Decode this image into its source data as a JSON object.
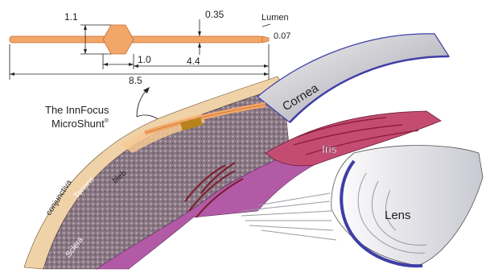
{
  "dimensions": {
    "total_length": "8.5",
    "fin_width": "1.1",
    "tube_diameter": "0.35",
    "lumen_label": "Lumen",
    "lumen_diameter": "0.07",
    "fin_to_tip": "4.4",
    "fin_length": "1.0"
  },
  "labels": {
    "device_line1": "The InnFocus",
    "device_line2": "MicroShunt",
    "device_mark": "®",
    "cornea": "Cornea",
    "iris": "Iris",
    "lens": "Lens",
    "conjunctiva": "conjunctiva",
    "tenons": "Tenons",
    "sclera": "Sclera",
    "bleb": "bleb"
  },
  "colors": {
    "tube": "#f2a769",
    "tube_edge": "#c96e2c",
    "sclera": "#8f7f8c",
    "conjunctiva": "#efd2a8",
    "iris": "#c44c72",
    "ciliary": "#b25aa6",
    "cornea": "#d4d4da",
    "cornea_edge": "#3f3fa8",
    "lens": "#e9e9ee",
    "lens_edge": "#3e3ea6",
    "leader": "#222222"
  }
}
